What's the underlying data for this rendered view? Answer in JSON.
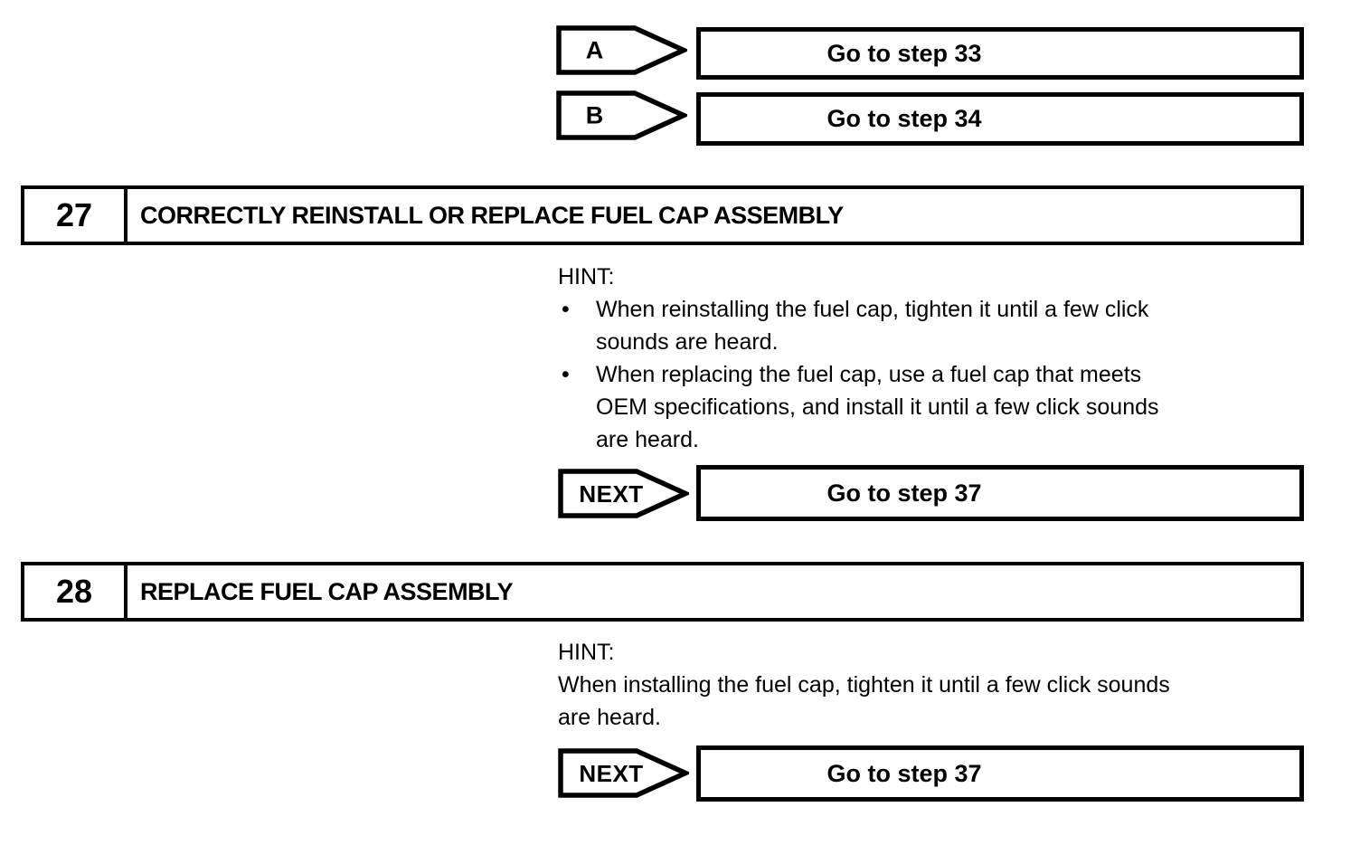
{
  "page": {
    "background": "#ffffff",
    "ink": "#000000"
  },
  "bullet_glyph": "•",
  "branch_rows": [
    {
      "label": "A",
      "action": "Go to step 33"
    },
    {
      "label": "B",
      "action": "Go to step 34"
    }
  ],
  "steps": [
    {
      "number": "27",
      "title": "CORRECTLY REINSTALL OR REPLACE FUEL CAP ASSEMBLY",
      "hint_label": "HINT:",
      "hint_bullets": [
        {
          "lines": [
            "When reinstalling the fuel cap, tighten it until a few click",
            "sounds are heard."
          ]
        },
        {
          "lines": [
            "When replacing the fuel cap, use a fuel cap that meets",
            "OEM specifications, and install it until a few click sounds",
            "are heard."
          ]
        }
      ],
      "next_label": "NEXT",
      "next_action": "Go to step 37"
    },
    {
      "number": "28",
      "title": "REPLACE FUEL CAP ASSEMBLY",
      "hint_label": "HINT:",
      "hint_lines": [
        "When installing the fuel cap, tighten it until a few click sounds",
        "are heard."
      ],
      "next_label": "NEXT",
      "next_action": "Go to step 37"
    }
  ]
}
